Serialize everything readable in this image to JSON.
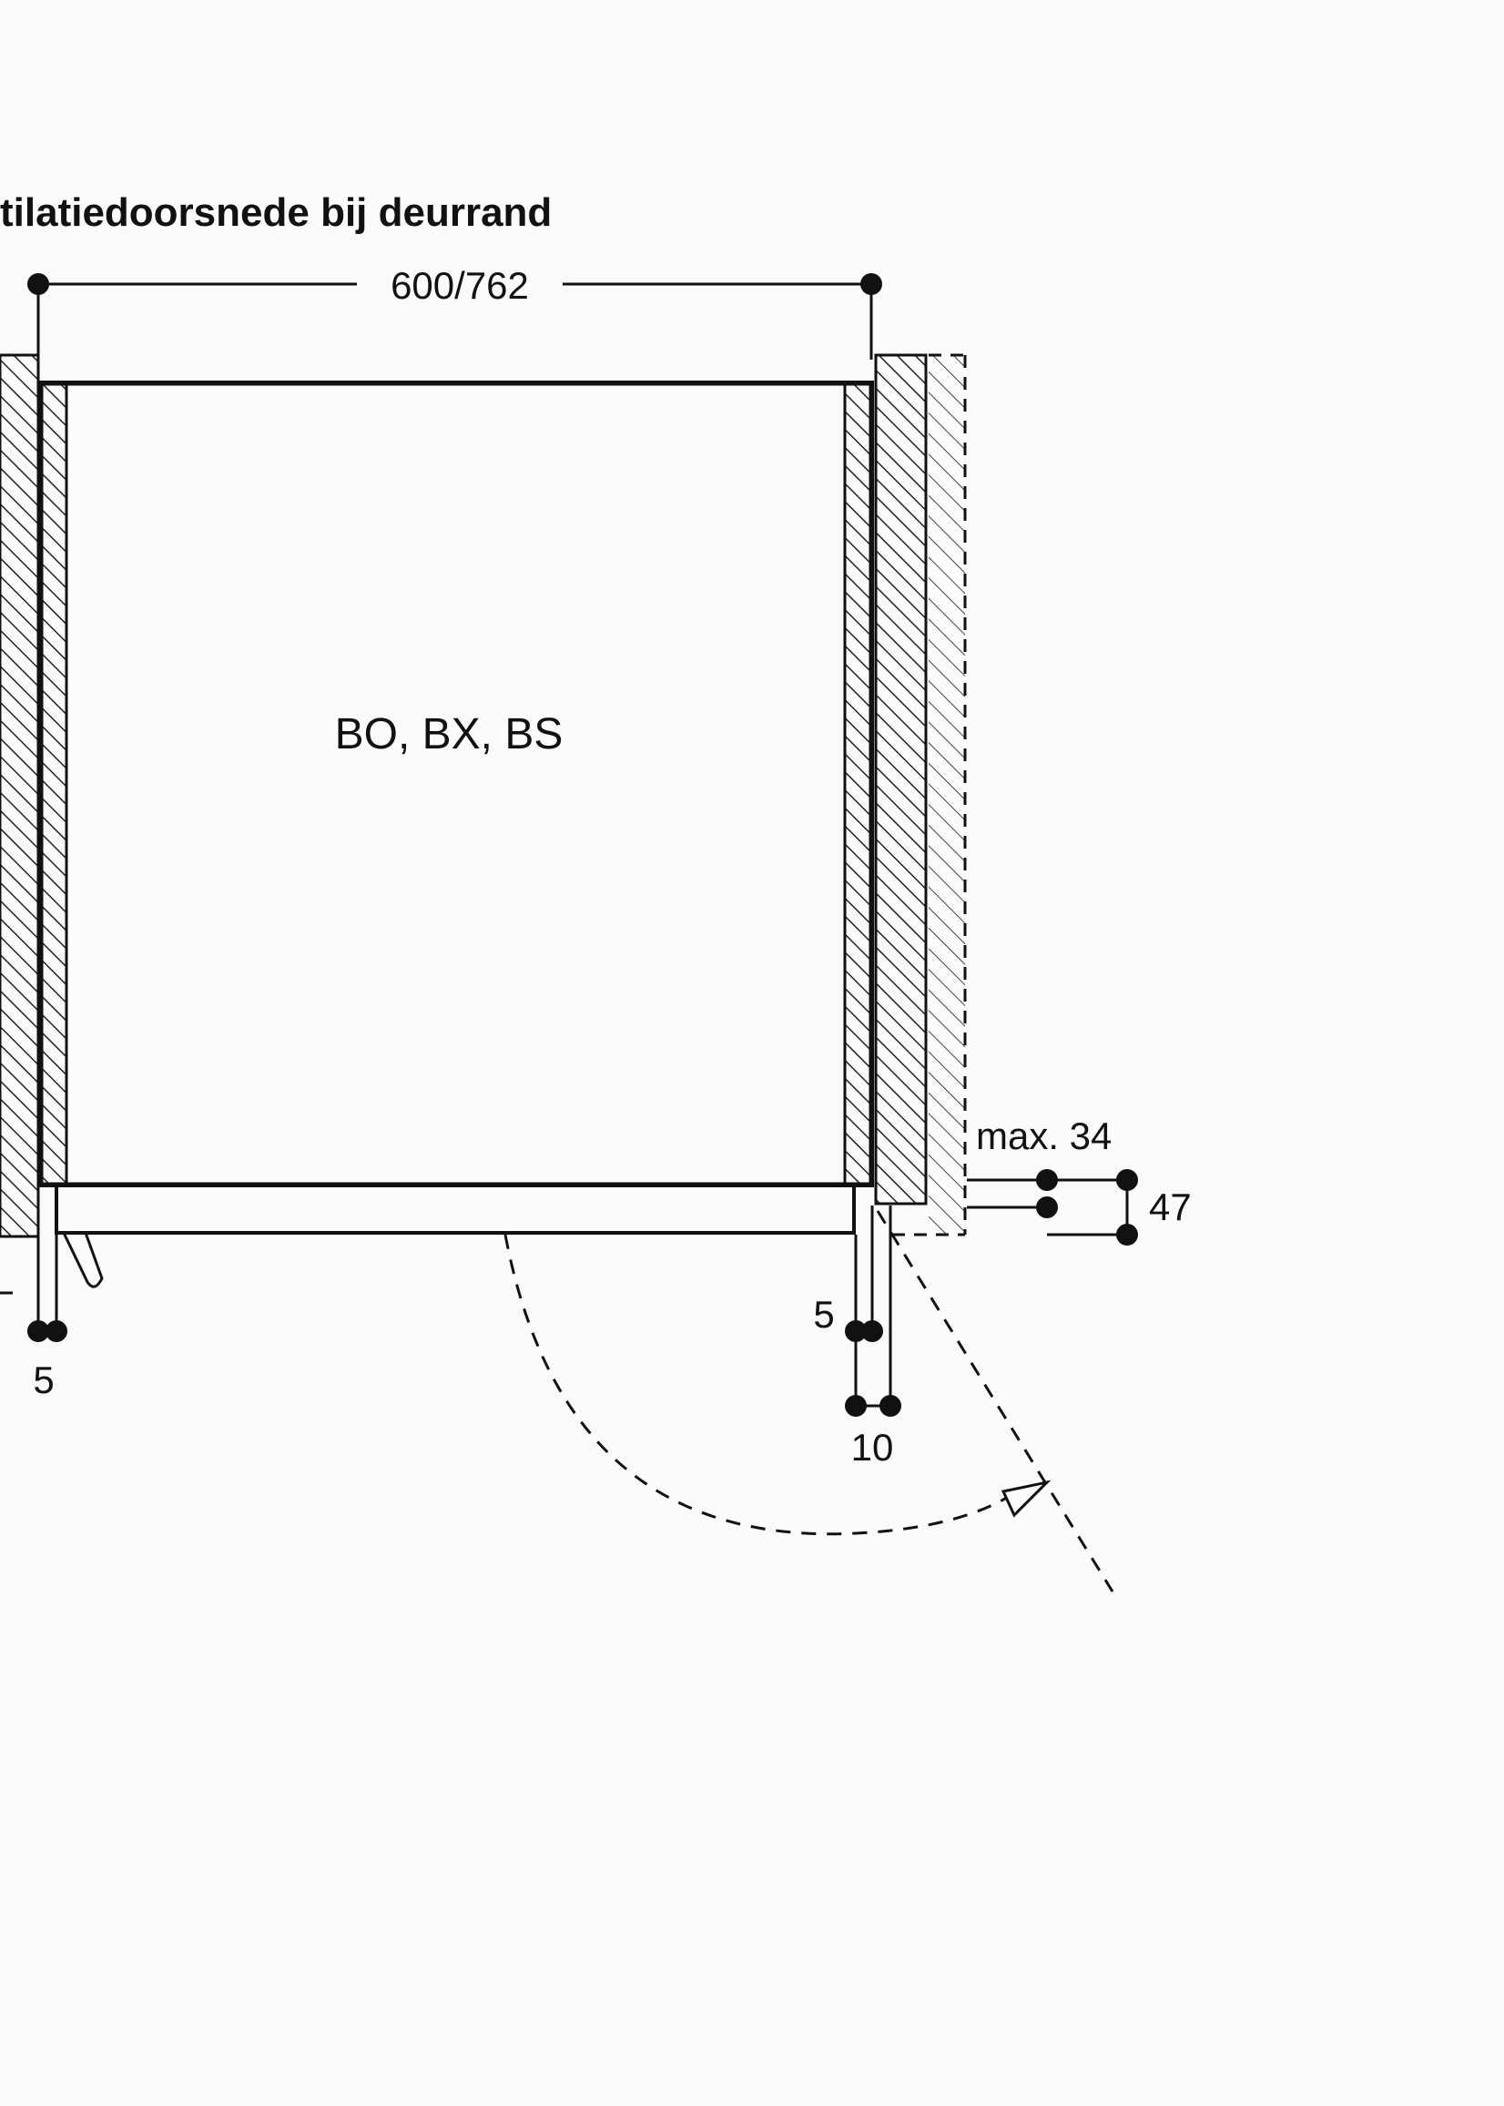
{
  "title": "tilatiedoorsnede bij deurrand",
  "appliance_label": "BO, BX, BS",
  "dimensions": {
    "width": "600/762",
    "max_gap": "max. 34",
    "depth_offset": "47",
    "left_gap": "5",
    "right_gap": "5",
    "right_clearance": "10"
  },
  "colors": {
    "line": "#111111",
    "background": "#fbfbfb",
    "hatch": "#222222"
  }
}
